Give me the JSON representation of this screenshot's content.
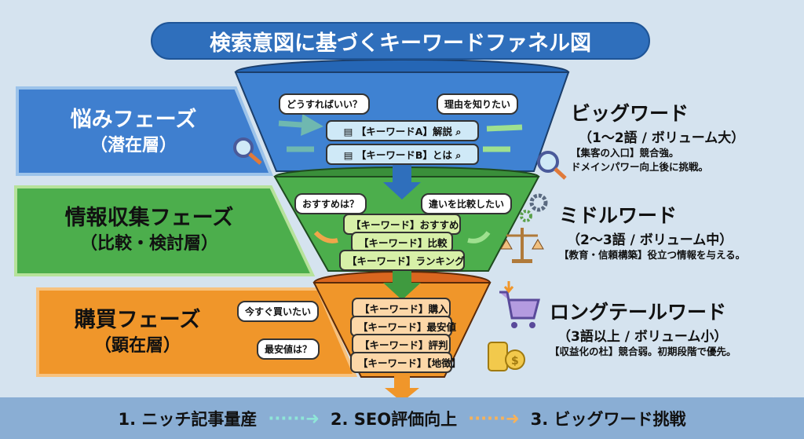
{
  "title": "検索意図に基づくキーワードファネル図",
  "phases": [
    {
      "name": "悩みフェーズ",
      "sub": "（潜在層）",
      "color": "#3f7fcf"
    },
    {
      "name": "情報収集フェーズ",
      "sub": "（比較・検討層）",
      "color": "#4cae4c"
    },
    {
      "name": "購買フェーズ",
      "sub": "（顕在層）",
      "color": "#f0962a"
    }
  ],
  "funnel": {
    "top": {
      "bubbles": [
        "どうすればいい？",
        "理由を知りたい"
      ],
      "keywords": [
        "【キーワードA】解説",
        "【キーワードB】とは"
      ]
    },
    "middle": {
      "bubbles": [
        "おすすめは？",
        "違いを比較したい"
      ],
      "keywords": [
        "【キーワード】おすすめ",
        "【キーワード】比較",
        "【キーワード】ランキング"
      ]
    },
    "bottom": {
      "bubbles": [
        "今すぐ買いたい",
        "最安値は？"
      ],
      "keywords": [
        "【キーワード】購入",
        "【キーワード】最安値",
        "【キーワード】評判",
        "【キーワード】【地徴】"
      ]
    }
  },
  "descriptions": [
    {
      "title": "ビッグワード",
      "sub": "（1〜2語 / ボリューム大）",
      "lines": [
        "【集客の入口】競合強。",
        "ドメインパワー向上後に挑戦。"
      ]
    },
    {
      "title": "ミドルワード",
      "sub": "（2〜3語 / ボリューム中）",
      "lines": [
        "【教育・信頼構築】役立つ情報を与える。"
      ]
    },
    {
      "title": "ロングテールワード",
      "sub": "（3語以上 / ボリューム小）",
      "lines": [
        "【収益化の杜】競合弱。初期段階で優先。"
      ]
    }
  ],
  "steps": [
    "1. ニッチ記事量産",
    "2. SEO評価向上",
    "3. ビッグワード挑戦"
  ],
  "colors": {
    "blue": "#2f6fbc",
    "green": "#4cae4c",
    "orange": "#f0962a",
    "bar": "#8aaed4"
  }
}
